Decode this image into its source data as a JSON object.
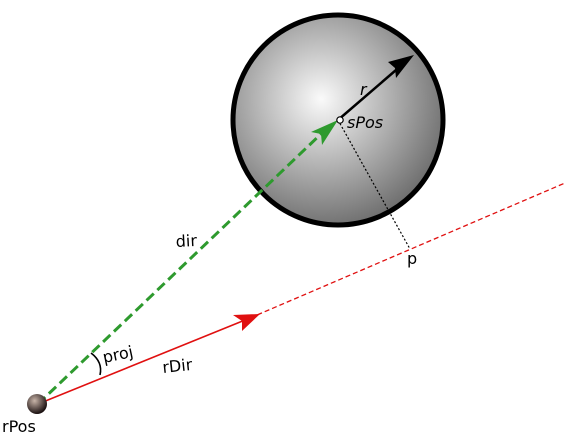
{
  "labels": {
    "sphere_position": "sPos",
    "radius": "r",
    "direction": "dir",
    "projection": "proj",
    "ray_direction": "rDir",
    "closest_point": "p",
    "ray_position": "rPos"
  },
  "colors": {
    "background": "#ffffff",
    "sphere_outline": "#000000",
    "sphere_light": "#fafafa",
    "sphere_dark": "#6f6f6f",
    "direction_arrow": "#2e9a2e",
    "ray": "#e01010",
    "radius_arrow": "#000000",
    "perpendicular": "#000000",
    "origin_light": "#c8b4a8",
    "origin_dark": "#1a1010"
  }
}
